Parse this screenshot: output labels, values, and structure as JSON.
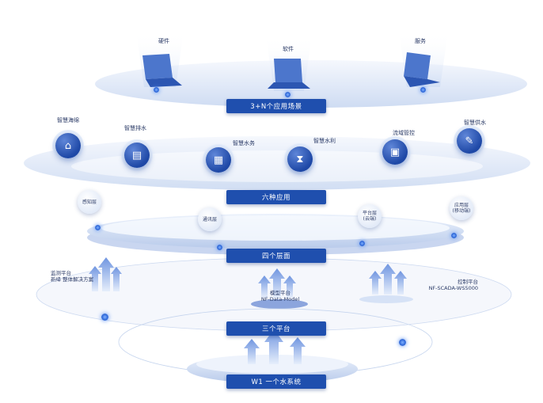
{
  "scenarios": {
    "items": [
      "硬件",
      "软件",
      "服务"
    ],
    "bar": "3+N个应用场景"
  },
  "applications": {
    "items": [
      "智慧海绵",
      "智慧排水",
      "智慧水务",
      "智慧水利",
      "流域管控",
      "智慧供水"
    ],
    "bar": "六种应用"
  },
  "layers": {
    "items": [
      {
        "line1": "感知层",
        "line2": ""
      },
      {
        "line1": "通讯层",
        "line2": ""
      },
      {
        "line1": "平台层",
        "line2": "(云端)"
      },
      {
        "line1": "应用层",
        "line2": "(移动端)"
      }
    ],
    "bar": "四个层面"
  },
  "platforms": {
    "left": {
      "line1": "监测平台",
      "line2": "新绛 整体解决方案"
    },
    "middle": {
      "line1": "模型平台",
      "line2": "NF-Data-Model"
    },
    "right": {
      "line1": "控制平台",
      "line2": "NF-SCADA-WS5000"
    },
    "bar": "三个平台"
  },
  "system": {
    "bar": "W1 一个水系统"
  },
  "colors": {
    "accent": "#1f4fae",
    "tier": "#dde7f6"
  }
}
